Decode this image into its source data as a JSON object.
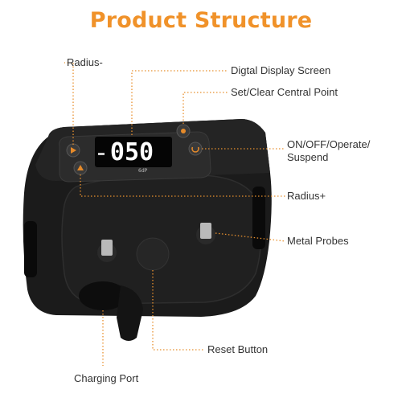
{
  "title": "Product Structure",
  "colors": {
    "title": "#f0922a",
    "leader": "#e8902e",
    "body": "#1b1b1b",
    "display_bg": "#050505",
    "display_digits": "#ffffff",
    "button_accent": "#e58a2a"
  },
  "display": {
    "digits": "050",
    "small_text": "6dP"
  },
  "labels": {
    "radius_minus": "Radius-",
    "digital_display": "Digtal Display Screen",
    "set_clear": "Set/Clear Central Point",
    "on_off": "ON/OFF/Operate/ Suspend",
    "radius_plus": "Radius+",
    "metal_probes": "Metal Probes",
    "reset_button": "Reset Button",
    "charging_port": "Charging Port"
  }
}
